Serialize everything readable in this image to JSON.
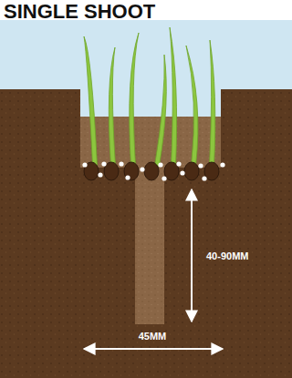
{
  "diagram": {
    "title": "SINGLE SHOOT",
    "labels": [
      "40-90MM",
      "45MM"
    ]
  }
}
